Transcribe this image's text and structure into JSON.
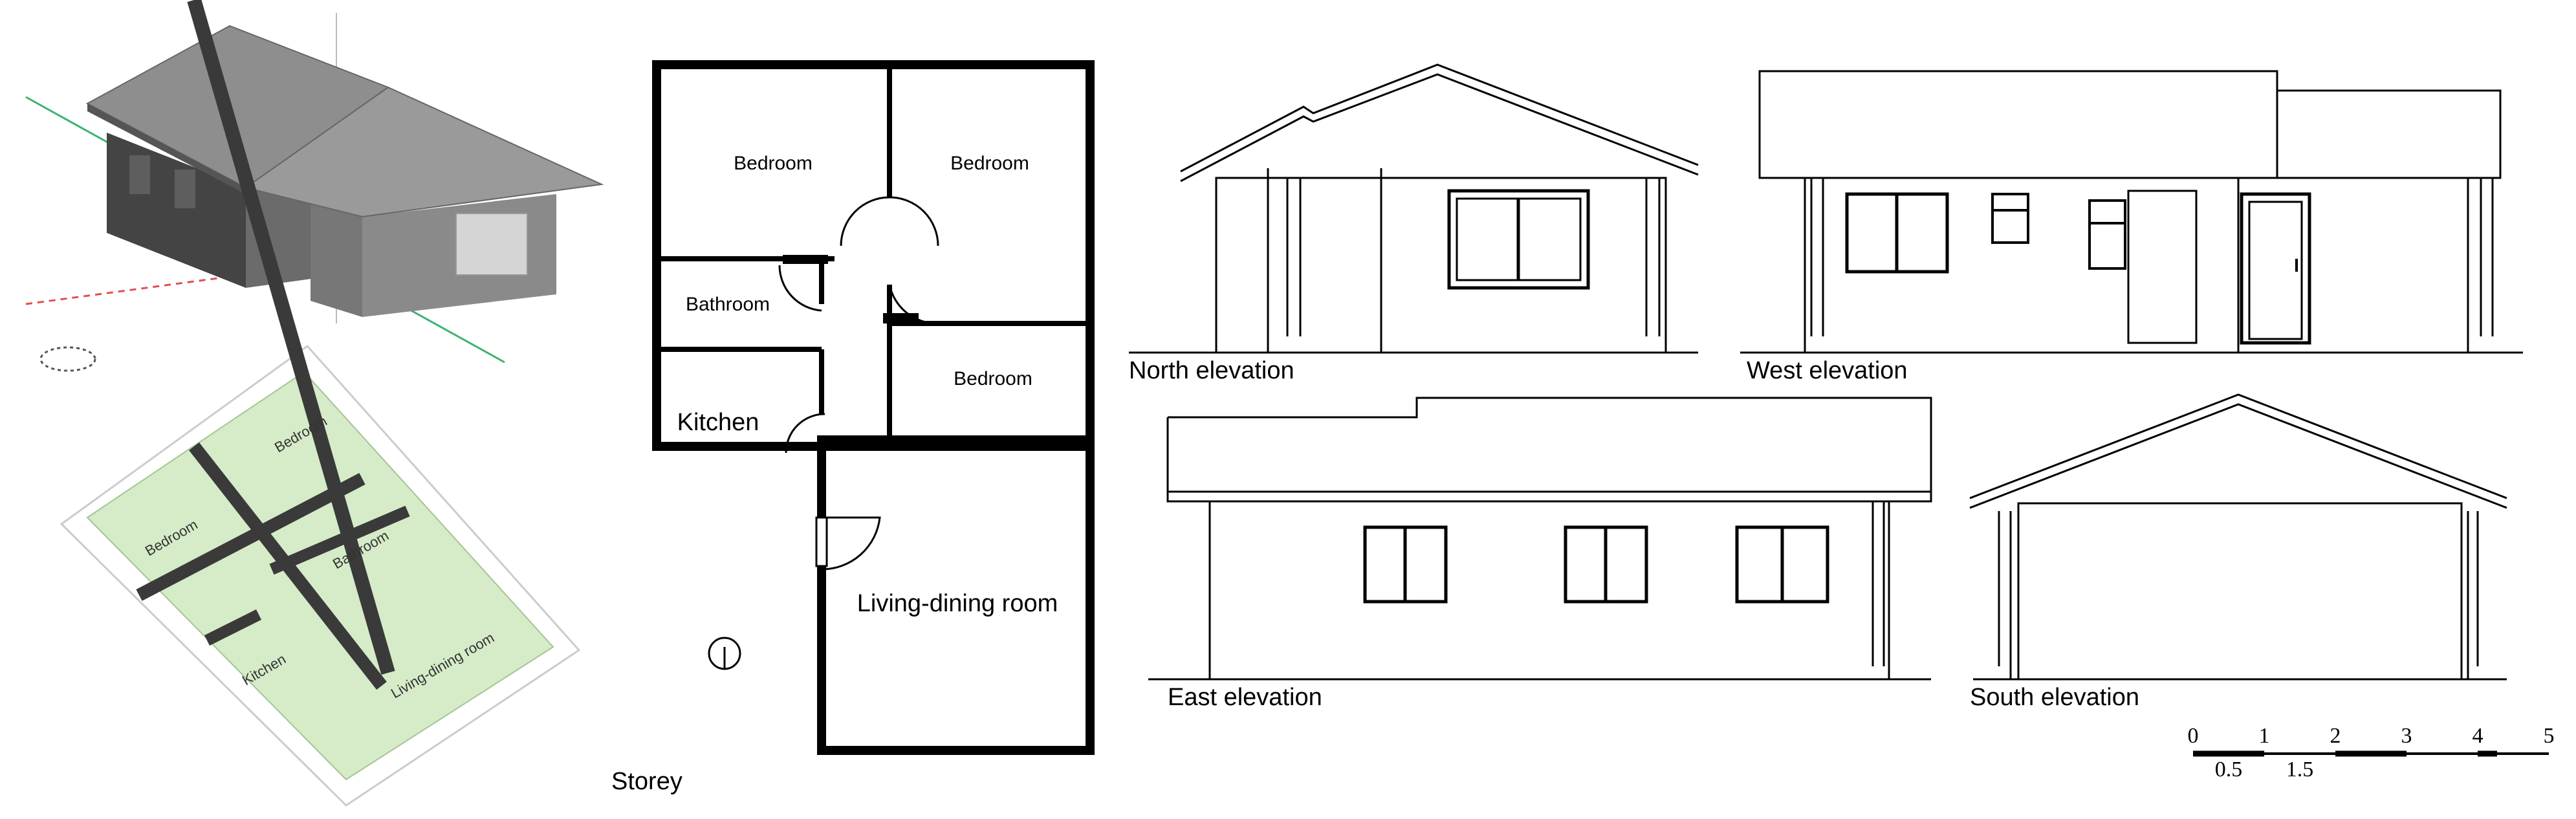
{
  "floor_plan": {
    "rooms": {
      "bedroom_nw": "Bedroom",
      "bedroom_ne": "Bedroom",
      "bathroom": "Bathroom",
      "bedroom_e": "Bedroom",
      "kitchen": "Kitchen",
      "living": "Living-dining room"
    },
    "storey_label": "Storey"
  },
  "model_3d": {
    "room_labels": [
      "Bedroom",
      "Bedroom",
      "Bathroom",
      "Kitchen",
      "Living-dining room"
    ]
  },
  "elevations": {
    "north": "North elevation",
    "west": "West elevation",
    "east": "East elevation",
    "south": "South elevation"
  },
  "scale_bar": {
    "major_ticks": [
      "0",
      "1",
      "2",
      "3",
      "4",
      "5"
    ],
    "minor_ticks": [
      "0.5",
      "1.5"
    ]
  },
  "colors": {
    "roof_gray": "#7a7a7a",
    "wall_dark": "#4a4a4a",
    "floor_green": "#d6ebc8",
    "axis_green": "#3cb371",
    "axis_red": "#e05050"
  }
}
